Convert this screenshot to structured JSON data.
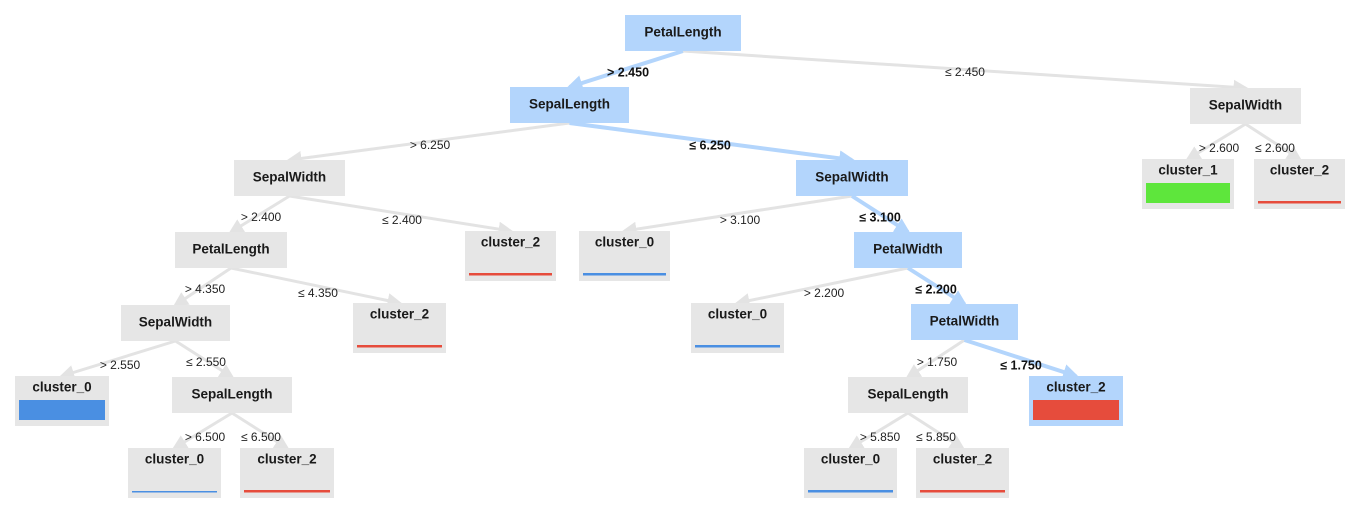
{
  "colors": {
    "node_bg": "#e6e6e6",
    "node_highlight": "#b3d5fc",
    "edge": "#e3e3e3",
    "edge_highlight": "#b3d5fc",
    "cluster_0": "#4a8fe2",
    "cluster_1": "#5ee63c",
    "cluster_2": "#e64c3c"
  },
  "nodes": [
    {
      "id": "n0",
      "label": "PetalLength",
      "type": "split",
      "highlight": true
    },
    {
      "id": "n1",
      "label": "SepalLength",
      "type": "split",
      "highlight": true
    },
    {
      "id": "n2",
      "label": "SepalWidth",
      "type": "split",
      "highlight": false
    },
    {
      "id": "n3",
      "label": "SepalWidth",
      "type": "split",
      "highlight": true
    },
    {
      "id": "n4",
      "label": "SepalWidth",
      "type": "split",
      "highlight": false
    },
    {
      "id": "n5",
      "label": "PetalLength",
      "type": "split",
      "highlight": false
    },
    {
      "id": "n6",
      "label": "cluster_2",
      "type": "leaf",
      "cluster": "cluster_2",
      "bar": "line",
      "highlight": false
    },
    {
      "id": "n7",
      "label": "cluster_0",
      "type": "leaf",
      "cluster": "cluster_0",
      "bar": "line",
      "highlight": false
    },
    {
      "id": "n8",
      "label": "PetalWidth",
      "type": "split",
      "highlight": true
    },
    {
      "id": "n9",
      "label": "cluster_1",
      "type": "leaf",
      "cluster": "cluster_1",
      "bar": "block",
      "highlight": false
    },
    {
      "id": "n10",
      "label": "cluster_2",
      "type": "leaf",
      "cluster": "cluster_2",
      "bar": "line",
      "highlight": false
    },
    {
      "id": "n11",
      "label": "SepalWidth",
      "type": "split",
      "highlight": false
    },
    {
      "id": "n12",
      "label": "cluster_2",
      "type": "leaf",
      "cluster": "cluster_2",
      "bar": "line",
      "highlight": false
    },
    {
      "id": "n13",
      "label": "cluster_0",
      "type": "leaf",
      "cluster": "cluster_0",
      "bar": "line",
      "highlight": false
    },
    {
      "id": "n14",
      "label": "PetalWidth",
      "type": "split",
      "highlight": true
    },
    {
      "id": "n15",
      "label": "cluster_0",
      "type": "leaf",
      "cluster": "cluster_0",
      "bar": "block",
      "highlight": false
    },
    {
      "id": "n16",
      "label": "SepalLength",
      "type": "split",
      "highlight": false
    },
    {
      "id": "n17",
      "label": "SepalLength",
      "type": "split",
      "highlight": false
    },
    {
      "id": "n18",
      "label": "cluster_2",
      "type": "leaf",
      "cluster": "cluster_2",
      "bar": "block",
      "highlight": true
    },
    {
      "id": "n19",
      "label": "cluster_0",
      "type": "leaf",
      "cluster": "cluster_0",
      "bar": "thin",
      "highlight": false
    },
    {
      "id": "n20",
      "label": "cluster_2",
      "type": "leaf",
      "cluster": "cluster_2",
      "bar": "line",
      "highlight": false
    },
    {
      "id": "n21",
      "label": "cluster_0",
      "type": "leaf",
      "cluster": "cluster_0",
      "bar": "line",
      "highlight": false
    },
    {
      "id": "n22",
      "label": "cluster_2",
      "type": "leaf",
      "cluster": "cluster_2",
      "bar": "line",
      "highlight": false
    }
  ],
  "edges": [
    {
      "from": "n0",
      "to": "n1",
      "label": "> 2.450",
      "highlight": true
    },
    {
      "from": "n0",
      "to": "n4",
      "label": "≤ 2.450",
      "highlight": false
    },
    {
      "from": "n1",
      "to": "n2",
      "label": "> 6.250",
      "highlight": false
    },
    {
      "from": "n1",
      "to": "n3",
      "label": "≤ 6.250",
      "highlight": true
    },
    {
      "from": "n4",
      "to": "n9",
      "label": "> 2.600",
      "highlight": false
    },
    {
      "from": "n4",
      "to": "n10",
      "label": "≤ 2.600",
      "highlight": false
    },
    {
      "from": "n2",
      "to": "n5",
      "label": "> 2.400",
      "highlight": false
    },
    {
      "from": "n2",
      "to": "n6",
      "label": "≤ 2.400",
      "highlight": false
    },
    {
      "from": "n3",
      "to": "n7",
      "label": "> 3.100",
      "highlight": false
    },
    {
      "from": "n3",
      "to": "n8",
      "label": "≤ 3.100",
      "highlight": true
    },
    {
      "from": "n5",
      "to": "n11",
      "label": "> 4.350",
      "highlight": false
    },
    {
      "from": "n5",
      "to": "n12",
      "label": "≤ 4.350",
      "highlight": false
    },
    {
      "from": "n8",
      "to": "n13",
      "label": "> 2.200",
      "highlight": false
    },
    {
      "from": "n8",
      "to": "n14",
      "label": "≤ 2.200",
      "highlight": true
    },
    {
      "from": "n11",
      "to": "n15",
      "label": "> 2.550",
      "highlight": false
    },
    {
      "from": "n11",
      "to": "n16",
      "label": "≤ 2.550",
      "highlight": false
    },
    {
      "from": "n14",
      "to": "n17",
      "label": "> 1.750",
      "highlight": false
    },
    {
      "from": "n14",
      "to": "n18",
      "label": "≤ 1.750",
      "highlight": true
    },
    {
      "from": "n16",
      "to": "n19",
      "label": "> 6.500",
      "highlight": false
    },
    {
      "from": "n16",
      "to": "n20",
      "label": "≤ 6.500",
      "highlight": false
    },
    {
      "from": "n17",
      "to": "n21",
      "label": "> 5.850",
      "highlight": false
    },
    {
      "from": "n17",
      "to": "n22",
      "label": "≤ 5.850",
      "highlight": false
    }
  ]
}
